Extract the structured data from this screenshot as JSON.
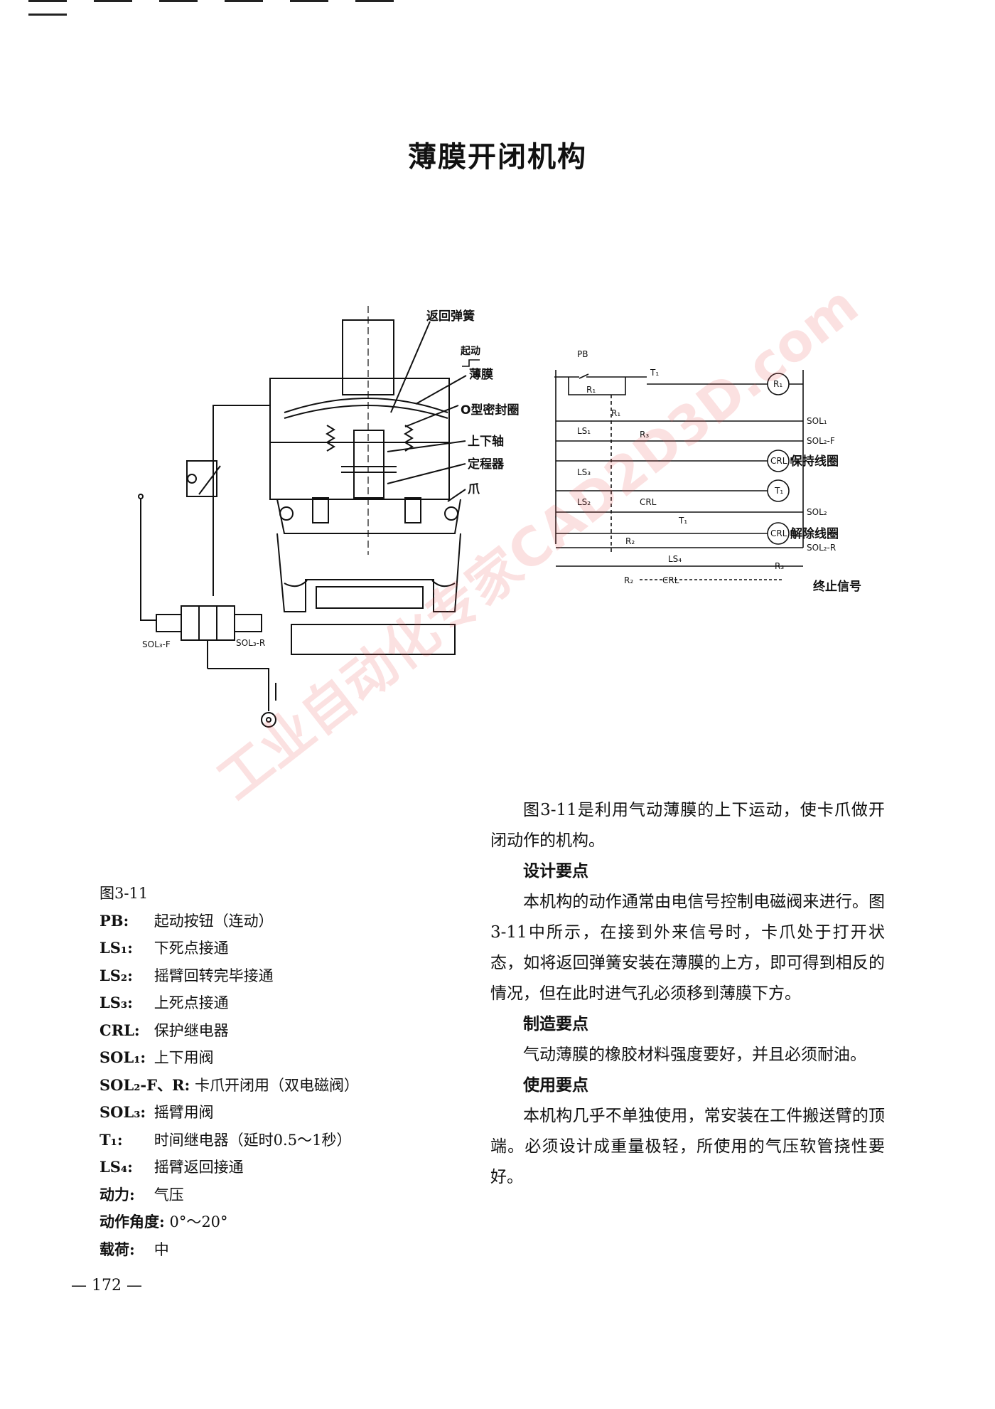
{
  "page_title": "薄膜开闭机构",
  "figure": {
    "mech_labels": {
      "return_spring": "返回弹簧",
      "diaphragm": "薄膜",
      "o_ring": "O型密封圈",
      "up_down_shaft": "上下轴",
      "guide": "定程器",
      "claw": "爪",
      "sol3_f": "SOL₃-F",
      "sol3_r": "SOL₃-R"
    },
    "circuit_labels": {
      "start": "起动",
      "pb": "PB",
      "t1_top": "T₁",
      "r1_contact": "R₁",
      "r1_coil": "R₁",
      "r1_b": "R₁",
      "sol1": "SOL₁",
      "ls1": "LS₁",
      "r3": "R₃",
      "sol2_f": "SOL₂-F",
      "crl_m": "CRL M",
      "hold_coil": "保持线圈",
      "ls3": "LS₃",
      "t1_coil": "T₁",
      "ls2": "LS₂",
      "crl": "CRL",
      "t1_b": "T₁",
      "sol2": "SOL₂",
      "crl_r": "CRL R",
      "release_coil": "解除线圈",
      "r2": "R₂",
      "sol2_r": "SOL₂-R",
      "ls4": "LS₄",
      "r3_coil": "R₃",
      "r2_b": "R₂",
      "crl_b": "CRL",
      "stop_signal": "终止信号"
    }
  },
  "watermark": "工业自动化专家CAD2D3D.com",
  "legend": {
    "title": "图3-11",
    "items": [
      {
        "key": "PB:",
        "value": "起动按钮（连动）"
      },
      {
        "key": "LS₁:",
        "value": "下死点接通"
      },
      {
        "key": "LS₂:",
        "value": "摇臂回转完毕接通"
      },
      {
        "key": "LS₃:",
        "value": "上死点接通"
      },
      {
        "key": "CRL:",
        "value": "保护继电器"
      },
      {
        "key": "SOL₁:",
        "value": "上下用阀"
      },
      {
        "key": "SOL₂-F、R:",
        "value": "卡爪开闭用（双电磁阀）"
      },
      {
        "key": "SOL₃:",
        "value": "摇臂用阀"
      },
      {
        "key": "T₁:",
        "value": "时间继电器（延时0.5～1秒）"
      },
      {
        "key": "LS₄:",
        "value": "摇臂返回接通"
      },
      {
        "key": "动力:",
        "value": "气压"
      },
      {
        "key": "动作角度:",
        "value": "0°～20°"
      },
      {
        "key": "载荷:",
        "value": "中"
      }
    ]
  },
  "body": {
    "intro": "图3-11是利用气动薄膜的上下运动，使卡爪做开闭动作的机构。",
    "design_heading": "设计要点",
    "design_text": "本机构的动作通常由电信号控制电磁阀来进行。图3-11中所示，在接到外来信号时，卡爪处于打开状态，如将返回弹簧安装在薄膜的上方，即可得到相反的情况，但在此时进气孔必须移到薄膜下方。",
    "manufacture_heading": "制造要点",
    "manufacture_text": "气动薄膜的橡胶材料强度要好，并且必须耐油。",
    "use_heading": "使用要点",
    "use_text": "本机构几乎不单独使用，常安装在工件搬送臂的顶端。必须设计成重量极轻，所使用的气压软管挠性要好。"
  },
  "page_number": "— 172 —"
}
